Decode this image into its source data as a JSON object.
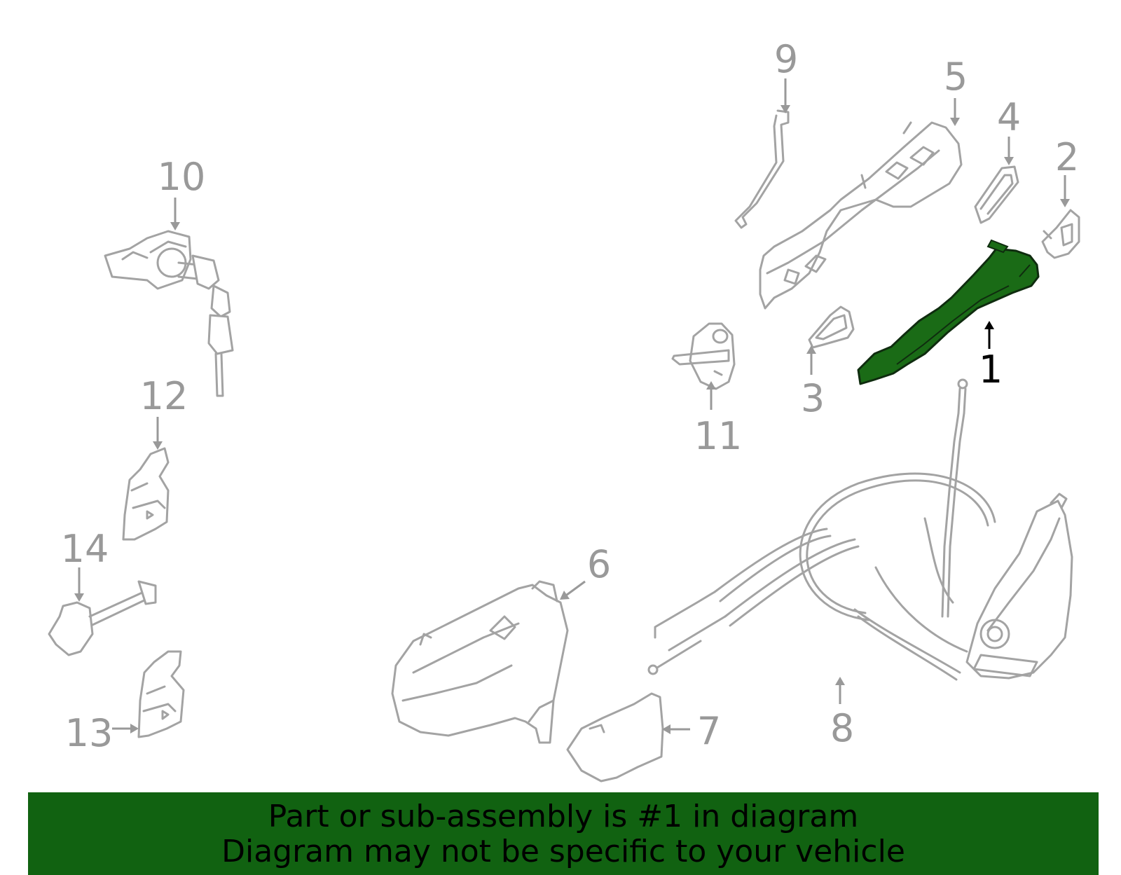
{
  "colors": {
    "highlight": "#1a6b16",
    "part_outline": "#a3a3a3",
    "callout_text": "#999999",
    "banner_bg": "#116211"
  },
  "callouts": {
    "c1": "1",
    "c2": "2",
    "c3": "3",
    "c4": "4",
    "c5": "5",
    "c6": "6",
    "c7": "7",
    "c8": "8",
    "c9": "9",
    "c10": "10",
    "c11": "11",
    "c12": "12",
    "c13": "13",
    "c14": "14"
  },
  "banner": {
    "line1": "Part or sub-assembly is #1 in diagram",
    "line2": "Diagram may not be specific to your vehicle"
  }
}
